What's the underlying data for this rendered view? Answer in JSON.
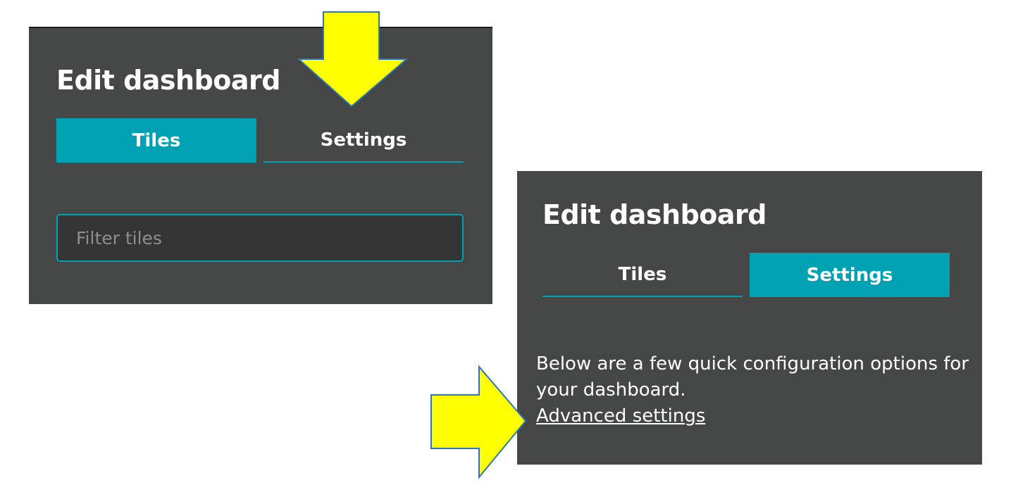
{
  "panel_tiles": {
    "title": "Edit dashboard",
    "tabs": [
      {
        "label": "Tiles",
        "active": true
      },
      {
        "label": "Settings",
        "active": false
      }
    ],
    "filter": {
      "placeholder": "Filter tiles",
      "value": ""
    }
  },
  "panel_settings": {
    "title": "Edit dashboard",
    "tabs": [
      {
        "label": "Tiles",
        "active": false
      },
      {
        "label": "Settings",
        "active": true
      }
    ],
    "description": "Below are a few quick configuration options for your dashboard.",
    "advanced_link": "Advanced settings"
  },
  "colors": {
    "panel_bg": "#454646",
    "accent": "#00a1b2",
    "arrow_fill": "#ffff00",
    "arrow_stroke": "#2e75b6"
  },
  "annotations": {
    "arrow_down": "arrow-down-icon",
    "arrow_right": "arrow-right-icon"
  }
}
